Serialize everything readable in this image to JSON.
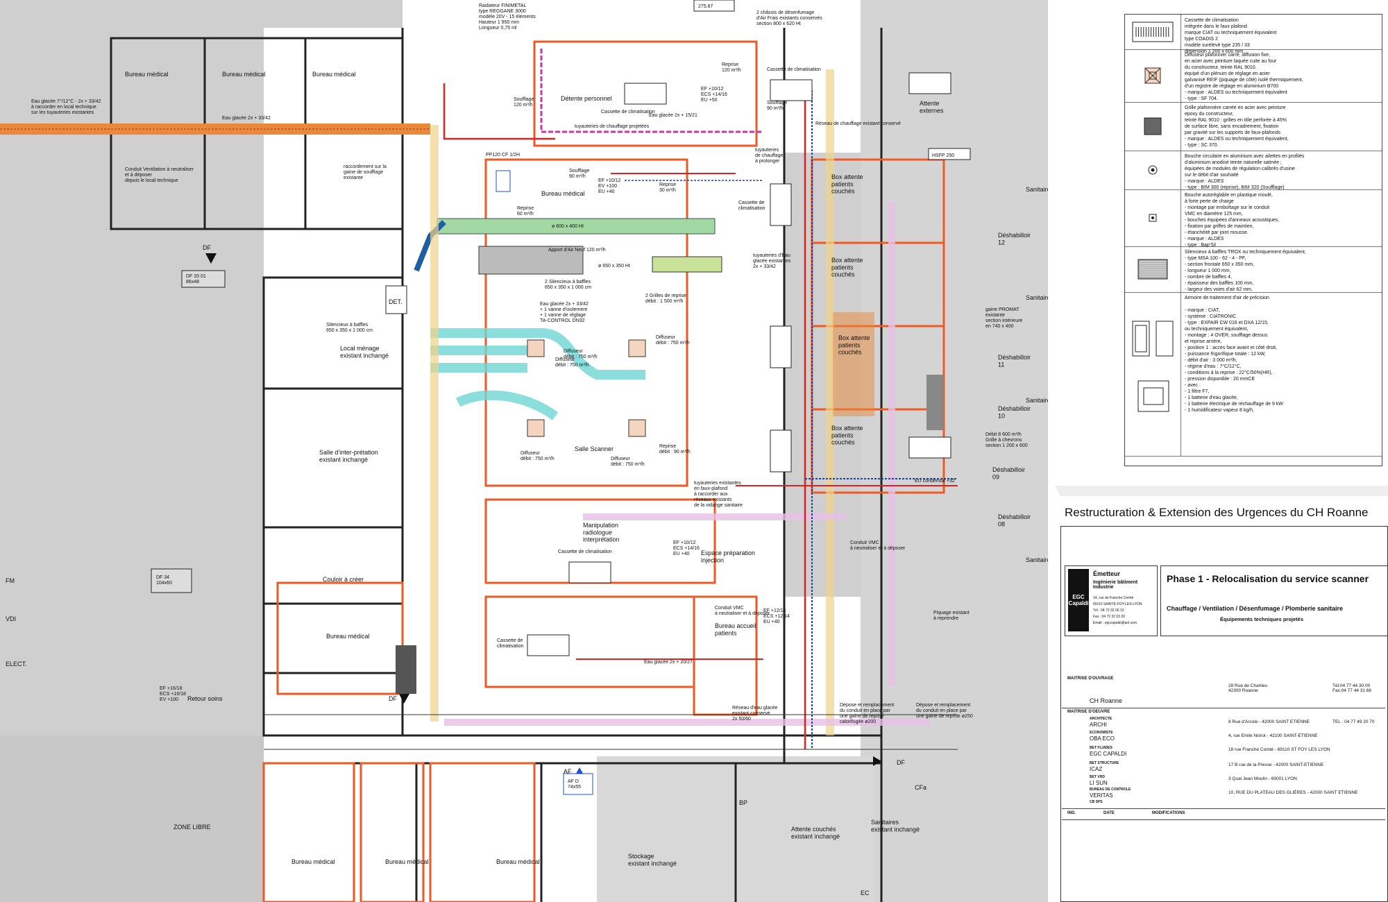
{
  "rooms": {
    "bureau_medical_1": "Bureau médical",
    "bureau_medical_2": "Bureau médical",
    "bureau_medical_3": "Bureau médical",
    "bureau_medical_4": "Bureau médical",
    "bureau_medical_5": "Bureau médical",
    "bureau_medical_6": "Bureau médical",
    "bureau_medical_7": "Bureau médical",
    "bureau_medical_8": "Bureau médical",
    "detente": "Détente personnel",
    "salle_scanner": "Salle Scanner",
    "local_menage": "Local ménage\nexistant inchangé",
    "salle_interpretation": "Salle d'inter-prétation\nexistant inchangé",
    "couloir": "Couloir à créer",
    "retour_soins": "Retour soins",
    "manipulation": "Manipulation\nradiologue\ninterprétation",
    "bureau_accueil": "Bureau accueil\npatients",
    "espace_prep": "Espace préparation\ninjection",
    "box1": "Box attente\npatients\ncouchés",
    "box2": "Box attente\npatients\ncouchés",
    "box3": "Box attente\npatients\ncouchés",
    "box4": "Box attente\npatients\ncouchés",
    "attente_externes": "Attente\nexternes",
    "stockage": "Stockage\nexistant inchangé",
    "attente_couches": "Attente couchés\nexistant inchangé",
    "sanitaires_bas": "Sanitaires\nexistant inchangé",
    "zone_libre": "ZONE LIBRE",
    "sanitaire_1": "Sanitaire",
    "sanitaire_2": "Sanitaire",
    "sanitaire_3": "Sanitaire",
    "sanitaire_4": "Sanitaire",
    "deshab_12": "Déshabilloir\n12",
    "deshab_11": "Déshabilloir\n11",
    "deshab_10": "Déshabilloir\n10",
    "deshab_09": "Déshabilloir\n09",
    "deshab_08": "Déshabilloir\n08",
    "det": "DET.",
    "fm": "FM",
    "vdi": "VDI",
    "elect": "ELECT.",
    "cfa": "CFa",
    "ec": "EC",
    "bp": "BP"
  },
  "annotations": {
    "radiateur": "Radiateur FINIMETAL\ntype REGGANE 3000\nmodèle 20V - 15 éléments\nHauteur 1 950 mm\nLongueur 0,75 ml",
    "chassis": "2 châssis de désenfumage\nd'Air Frais existants conservés\nsection 800 x 620 Ht",
    "eau_glacee_ext": "Eau glacée 7°/12°C - 2x + 33/42\nà raccorder en local technique\nsur les tuyauteries existantes",
    "eau_glacee_33": "Eau glacée 2x + 33/42",
    "conduit_vent": "Conduit Ventilation à neutraliser\net à déposer\ndepuis le local technique",
    "raccordement": "raccordement sur la\ngaine de soufflage\nexistante",
    "cassette_1": "Cassette de climatisation",
    "cassette_2": "Cassette de climatisation",
    "cassette_3": "Cassette de\nclimatisation",
    "cassette_4": "Cassette de climatisation",
    "cassette_5": "Cassette de\nclimatisation",
    "soufflage_1": "Soufflage\n120 m³/h",
    "reprise_1": "Reprise\n120 m³/h",
    "soufflage_2": "Soufflage\n90 m³/h",
    "soufflage_3": "Soufflage\n90 m³/h",
    "reprise_2": "Reprise\n60 m³/h",
    "reprise_3": "Reprise\n30 m³/h",
    "apport_air": "Apport d'Air Neuf 120 m³/h",
    "silencieux_1": "2 Silencieux à baffles\n650 x 350 x 1 000 cm",
    "silencieux_2": "Silencieux à baffles\n650 x 350 x 1 000 cm",
    "eau_glacee_vannes": "Eau glacée 2x + 33/42\n+ 1 vanne d'isolement\n+ 1 vanne de réglage\nTA-CONTROL DN32",
    "grilles": "2 Grilles de reprise\ndébit : 1 500 m³/h",
    "diffuseur_1": "Diffuseur\ndébit : 750 m³/h",
    "diffuseur_2": "Diffuseur\ndébit : 750 m³/h",
    "diffuseur_3": "Diffuseur\ndébit : 750 m³/h",
    "diffuseur_4": "Diffuseur\ndébit : 750 m³/h",
    "diffuseur_5": "Diffuseur\ndébit : 750 m³/h",
    "reprise_scanner": "Reprise\ndébit : 90 m³/h",
    "ef_ecs_1": "EF +10/12\nECS +14/16\nEU +50",
    "ef_ecs_2": "EF +10/12\nEV +100\nEU +40",
    "ef_ecs_3": "EF +10/12\nECS +14/16\nEU +40",
    "ef_ecs_4": "EF +16/18\nECS +16/18\nEV +100",
    "ef_ecs_5": "EF +12/14\nECS +12/14\nEU +40",
    "reseau_chauffage": "Réseau de chauffage existant conservé",
    "tuyauteries_chauffage": "tuyauteries de chauffage projetées",
    "tuyauteries_prolonger": "tuyauteries\nde chauffage\nà prolonger",
    "tuyauteries_eau_glacee": "tuyauteries d'Eau\nglacée existantes\n2x + 33/42",
    "tuyauteries_faux": "tuyauteries existantes\nen faux-plafond\nà raccorder aux\nréseaux existants\nde la vidange sanitaire",
    "gaine_promat": "gaine PROMAT\nexistante\nsection intérieure\nen 740 x 400",
    "debit_8600": "Débit 8 600 m³/h\nGrille à chevrons\nsection 1 200 x 600",
    "conduit_vmc": "Conduit VMC\nà neutraliser et à déposer",
    "conduit_vmc_2": "Conduit VMC\nà neutraliser et à déposer",
    "depose_1": "Dépose et remplacement\ndu conduit en place par\nune gaine de reprise\ncalorifugée ø200",
    "depose_2": "Dépose et remplacement\ndu conduit en place par\nune gaine de reprise ø250",
    "reseau_eau_glacee": "Réseau d'eau glacée\nexistant conservé\n2x 50/60",
    "eau_glacee_15": "Eau glacée 2x + 15/21",
    "eau_glacee_20": "Eau glacée 2x + 20/27",
    "hsfp": "HSFP 250",
    "piquage": "Piquage existant\nà reprendre",
    "eu_condensat": "EU condensat +32",
    "duct_600": "ø 600 x 400 Ht",
    "duct_650": "ø 650 x 350 Ht",
    "df_33": "DF 33 01\n86x48",
    "df_34": "DF 34\n104x60",
    "af_d": "AF D\n74x55",
    "pp120": "PP120 CF 1/2H",
    "af_label": "AF",
    "df_label_1": "DF",
    "df_label_2": "DF",
    "df_label_3": "DF",
    "elev_top": "275.87"
  },
  "legend": {
    "rows": [
      {
        "text": "Cassette de climatisation\nintégrée dans le faux plafond\nmarque CIAT ou techniquement équivalent\ntype COADIS 2\nmodèle surélevé type 235 / 33\ndimension 1 200 x 600 mm",
        "icon": "cassette-icon"
      },
      {
        "text": "Diffuseur plafonnier carré, diffusion fixe,\nen acier avec peinture laquée cuite au four\ndu constructeur, teinte RAL 9010.\néquipé d'un plénum de réglage en acier\ngalvanisé REIF (piquage de côté) isolé thermiquement,\nd'un registre de réglage en aluminium B700\n- marque : ALDES ou techniquement équivalent\n- type : SF 704.",
        "icon": "diffuser-icon"
      },
      {
        "text": "Grille plafonnière carrée en acier avec peinture\nepoxy du constructeur,\nteinte RAL 9010 ; grilles en tôle perforée à 45%\nde surface libre, sans encadrement, fixation\npar gravité sur les supports de faux-plafonds\n- marque : ALDES ou techniquement équivalent,\n- type : SC 370.",
        "icon": "grille-icon"
      },
      {
        "text": "Bouche circulaire en aluminium avec ailettes en profilés\nd'aluminium anodisé teinte naturelle satinée ;\néquipées de modules de régulation calibrés d'usine\nsur le débit d'air souhaité\n- marque : ALDES\n- type : BIM 300 (reprise), BIM 320 (Soufflage)",
        "icon": "bouche-circ-icon"
      },
      {
        "text": "Bouche autoréglable en plastique moulé,\nà forte perte de charge\n- montage par emboîtage sur le conduit\nVMC en diamètre 125 mm,\n- bouches équipées d'anneaux acoustiques,\n- fixation par griffes de maintien,\n- étanchéité par joint mousse.\n- marque : ALDES\n- type : Bap'Sil",
        "icon": "bouche-auto-icon"
      },
      {
        "text": "Silencieux à baffles TROX ou techniquement équivalent,\n- type MSA 100 - 62 - 4 - PF,\n- section frontale 650 x 350 mm,\n- longueur 1 000 mm,\n- nombre de baffles 4,\n- épaisseur des baffles 100 mm,\n- largeur des voies d'air 62 mm,",
        "icon": "silencieux-icon"
      },
      {
        "text": "Armoire de traitement d'air de précision\n\n- marque : CIAT,\n- système : CIATRONIC\n- type : EXPAIR CW 016 et DXA 12/15,\nou techniquement équivalent,\n- montage : 4 OVER, soufflage dessus\net reprise arrière,\n- position 1 : accès face avant et côté droit,\n- puissance frigorifique totale : 12 kW,\n- débit d'air : 3 000 m³/h,\n- régime d'eau : 7°C/12°C,\n- conditions à la reprise :      22°C/50%(HR),\n- pression disponible : 20 mmCE\n- avec :\n  - 1 filtre F7,\n  - 1 batterie d'eau glacée,\n  - 1 batterie électrique de réchauffage de 9 kW\n  - 1 humidificateur vapeur 8 kg/h,",
        "icon": "armoire-icon"
      }
    ]
  },
  "titleblock": {
    "title": "Restructuration & Extension des Urgences du CH Roanne",
    "emetteur": "Émetteur",
    "emetteur_sub": "Ingénierie bâtiment\nIndustrie",
    "emetteur_addr": "14, rue de Franche Comté\n69110 SAINTE-FOY-LES-LYON\nTél : 04 72 32 00 10\nFax : 04 72 32 03 30\nEmail : egccapaldi@aol.com",
    "logo_text": "EGC\nCapaldi",
    "phase": "Phase 1 - Relocalisation du service scanner",
    "subtitle": "Chauffage / Ventilation / Désenfumage / Plomberie sanitaire",
    "subtitle2": "Équipements techniques projetés",
    "maitrise_ouvrage": "MAITRISE D'OUVRAGE",
    "client": "CH Roanne",
    "client_addr": "28 Rue de Charlieu\n42300     Roanne",
    "client_tel": "Tél:04 77 44 30 00\nFax:04 77 44 31 68",
    "maitrise_oeuvre": "MAITRISE D'OEUVRE",
    "architecte_role": "ARCHITECTE",
    "architecte": "ARCHI",
    "architecte_addr": "8 Rue d'Arcole - 42000 SAINT ETIENNE",
    "architecte_tel": "TEL : 04 77 49 20 70",
    "economiste_role": "ECONOMISTE",
    "economiste": "OBA ECO",
    "economiste_addr": "4, rue Emile Noirot - 42100 SAINT-ETIENNE",
    "bet_fluides_role": "BET FLUIDES",
    "bet_fluides": "EGC CAPALDI",
    "bet_fluides_addr": "18 rue Franche Comté - 69110 ST FOY LES LYON",
    "bet_structure_role": "BET STRUCTURE",
    "bet_structure": "ICAZ",
    "bet_structure_addr": "17 B rue de la Presse - 42000 SAINT-ETIENNE",
    "bet_vrd_role": "BET VRD",
    "bet_vrd": "LI SUN",
    "bet_vrd_addr": "3 Quai Jean Moulin - 69001 LYON",
    "controle_role": "BUREAU DE CONTROLE",
    "controle": "VERITAS",
    "controle_addr": "10, RUE DU PLATEAU DES GLIÈRES - 42000 SAINT ETIENNE",
    "sps_role": "CB SPS",
    "col_ind": "IND.",
    "col_date": "DATE",
    "col_modif": "MODIFICATIONS"
  }
}
